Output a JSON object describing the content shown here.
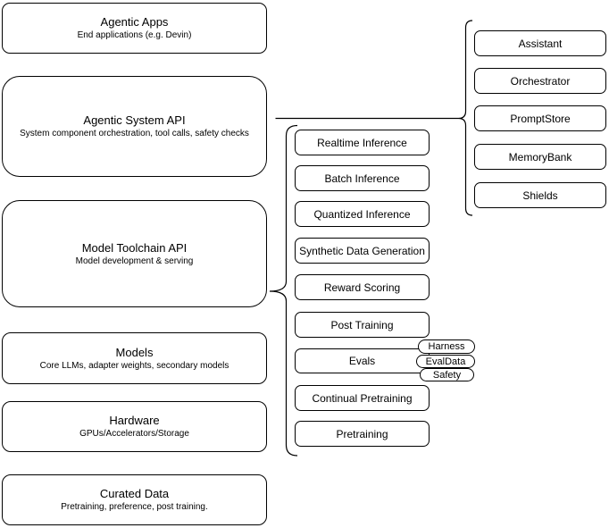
{
  "diagram": {
    "background_color": "#ffffff",
    "stroke_color": "#000000",
    "node_fill_color": "#ffffff",
    "left_stack": [
      {
        "title": "Agentic Apps",
        "subtitle": "End applications (e.g. Devin)"
      },
      {
        "title": "Agentic System API",
        "subtitle": "System component orchestration, tool calls, safety checks"
      },
      {
        "title": "Model Toolchain API",
        "subtitle": "Model development & serving"
      },
      {
        "title": "Models",
        "subtitle": "Core LLMs, adapter weights, secondary models"
      },
      {
        "title": "Hardware",
        "subtitle": "GPUs/Accelerators/Storage"
      },
      {
        "title": "Curated Data",
        "subtitle": "Pretraining, preference, post training."
      }
    ],
    "toolchain_items": [
      "Realtime Inference",
      "Batch Inference",
      "Quantized Inference",
      "Synthetic Data Generation",
      "Reward Scoring",
      "Post Training",
      "Evals",
      "Continual Pretraining",
      "Pretraining"
    ],
    "evals_tags": [
      "Harness",
      "EvalData",
      "Safety"
    ],
    "system_components": [
      "Assistant",
      "Orchestrator",
      "PromptStore",
      "MemoryBank",
      "Shields"
    ]
  }
}
